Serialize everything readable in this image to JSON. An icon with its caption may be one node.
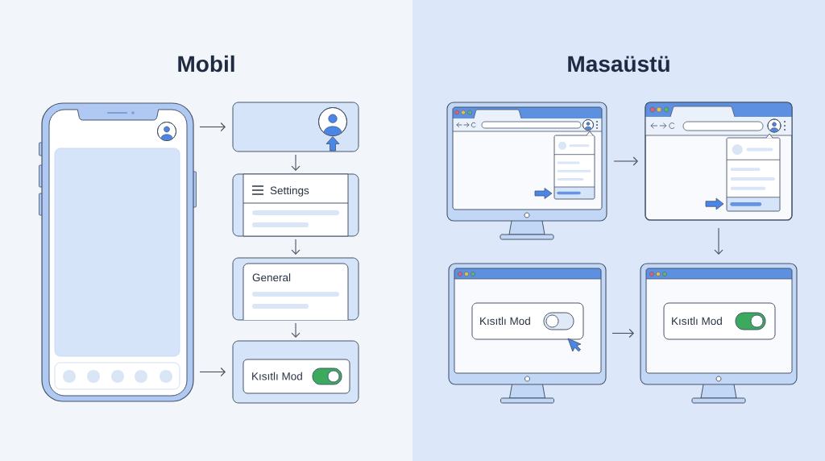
{
  "diagram": {
    "nodes": [
      {
        "text": [
          "Mobil"
        ]
      },
      {
        "text": [],
        "shape": "picture",
        "in": 0
      },
      {
        "text": [],
        "shape": "box",
        "in": 0
      },
      {
        "text": [
          "Settings"
        ],
        "in": 0
      },
      {
        "text": [
          "General"
        ],
        "in": 0
      },
      {
        "text": [
          "Kısıtlı Mod"
        ],
        "in": 0
      },
      {
        "text": [
          "Masaüstü"
        ]
      },
      {
        "text": [],
        "shape": "picture",
        "in": 6
      },
      {
        "text": [],
        "shape": "picture",
        "in": 6
      },
      {
        "text": [
          "Kısıtlı Mod"
        ],
        "in": 6
      },
      {
        "text": [
          "Kısıtlı Mod"
        ],
        "in": 6
      }
    ],
    "edges": [
      {
        "from": 1,
        "to": 2,
        "arrow": "to"
      },
      {
        "from": 2,
        "to": 3,
        "arrow": "to"
      },
      {
        "from": 3,
        "to": 4,
        "arrow": "to"
      },
      {
        "from": 4,
        "to": 5,
        "arrow": "to"
      },
      {
        "from": 1,
        "to": 5,
        "arrow": "to"
      },
      {
        "from": 7,
        "to": 8,
        "arrow": "to"
      },
      {
        "from": 8,
        "to": 10,
        "arrow": "to"
      },
      {
        "from": 9,
        "to": 10,
        "arrow": "to"
      }
    ]
  }
}
